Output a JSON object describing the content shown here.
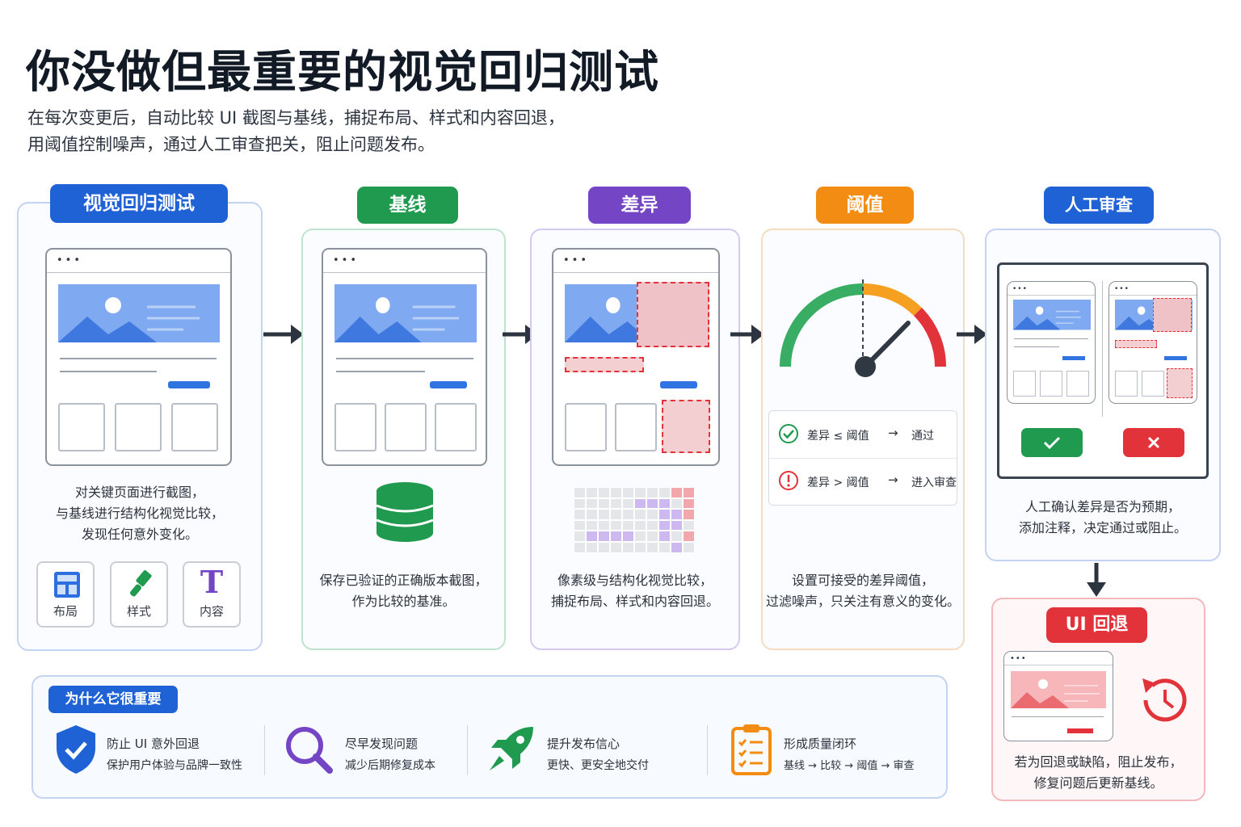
{
  "title": "你没做但最重要的视觉回归测试",
  "subtitle_lines": [
    "在每次变更后，自动比较 UI 截图与基线，捕捉布局、样式和内容回退，",
    "用阈值控制噪声，通过人工审查把关，阻止问题发布。"
  ],
  "colors": {
    "blue": "#1f62d6",
    "green": "#1f9a4e",
    "purple": "#7446c6",
    "orange": "#f28c13",
    "red": "#e2323a"
  },
  "stages": [
    {
      "tag": "视觉回归测试",
      "desc": [
        "对关键页面进行截图，",
        "与基线进行结构化视觉比较，",
        "发现任何意外变化。"
      ]
    },
    {
      "tag": "基线",
      "desc": [
        "保存已验证的正确版本截图，",
        "作为比较的基准。"
      ]
    },
    {
      "tag": "差异",
      "desc": [
        "像素级与结构化视觉比较，",
        "捕捉布局、样式和内容回退。"
      ]
    },
    {
      "tag": "阈值",
      "desc": [
        "设置可接受的差异阈值，",
        "过滤噪声，只关注有意义的变化。"
      ]
    },
    {
      "tag": "人工审查",
      "desc": [
        "人工确认差异是否为预期，",
        "添加注释，决定通过或阻止。"
      ]
    }
  ],
  "features": [
    {
      "icon": "layout-icon",
      "label": "布局"
    },
    {
      "icon": "brush-icon",
      "label": "样式"
    },
    {
      "icon": "text-icon",
      "label": "内容"
    }
  ],
  "thresholds": [
    {
      "icon": "check-circle-icon",
      "cond": "差异 ≤ 阈值",
      "arrow": "→",
      "result": "通过"
    },
    {
      "icon": "alert-circle-icon",
      "cond": "差异 > 阈值",
      "arrow": "→",
      "result": "进入审查"
    }
  ],
  "regression": {
    "tag": "UI 回退",
    "desc": [
      "若为回退或缺陷，阻止发布，",
      "修复问题后更新基线。"
    ]
  },
  "why": {
    "tag": "为什么它很重要",
    "items": [
      {
        "icon": "shield-check-icon",
        "title": "防止 UI 意外回退",
        "sub": "保护用户体验与品牌一致性"
      },
      {
        "icon": "magnifier-icon",
        "title": "尽早发现问题",
        "sub": "减少后期修复成本"
      },
      {
        "icon": "rocket-icon",
        "title": "提升发布信心",
        "sub": "更快、更安全地交付"
      },
      {
        "icon": "clipboard-icon",
        "title": "形成质量闭环",
        "sub": "基线 → 比较 → 阈值 → 审查"
      }
    ]
  }
}
